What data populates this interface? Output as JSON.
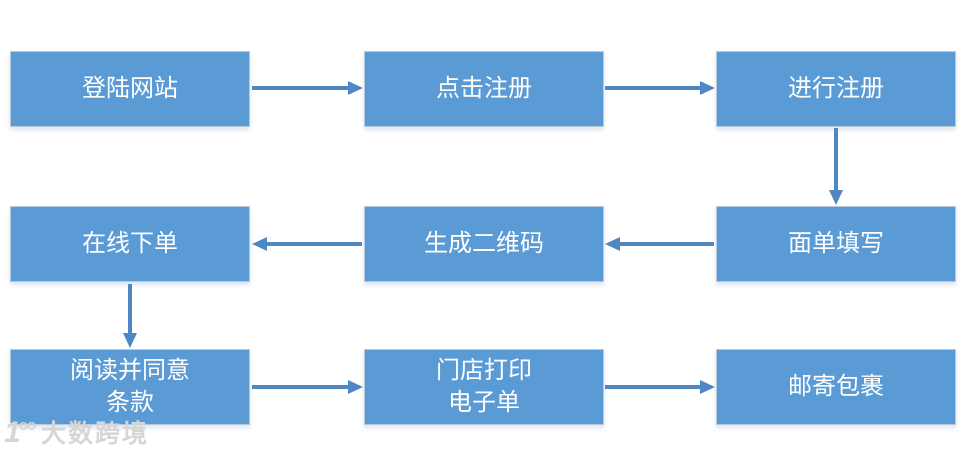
{
  "flowchart": {
    "type": "flowchart",
    "nodes": [
      {
        "id": "login-website",
        "label": "登陆网站",
        "row": 1,
        "col": 1
      },
      {
        "id": "click-register",
        "label": "点击注册",
        "row": 1,
        "col": 2
      },
      {
        "id": "do-register",
        "label": "进行注册",
        "row": 1,
        "col": 3
      },
      {
        "id": "online-order",
        "label": "在线下单",
        "row": 2,
        "col": 1
      },
      {
        "id": "generate-qrcode",
        "label": "生成二维码",
        "row": 2,
        "col": 2
      },
      {
        "id": "waybill-fill",
        "label": "面单填写",
        "row": 2,
        "col": 3
      },
      {
        "id": "agree-terms",
        "label": "阅读并同意\n条款",
        "row": 3,
        "col": 1
      },
      {
        "id": "store-print",
        "label": "门店打印\n电子单",
        "row": 3,
        "col": 2
      },
      {
        "id": "mail-package",
        "label": "邮寄包裹",
        "row": 3,
        "col": 3
      }
    ],
    "edges": [
      {
        "from": "login-website",
        "to": "click-register",
        "direction": "right"
      },
      {
        "from": "click-register",
        "to": "do-register",
        "direction": "right"
      },
      {
        "from": "do-register",
        "to": "waybill-fill",
        "direction": "down"
      },
      {
        "from": "waybill-fill",
        "to": "generate-qrcode",
        "direction": "left"
      },
      {
        "from": "generate-qrcode",
        "to": "online-order",
        "direction": "left"
      },
      {
        "from": "online-order",
        "to": "agree-terms",
        "direction": "down"
      },
      {
        "from": "agree-terms",
        "to": "store-print",
        "direction": "right"
      },
      {
        "from": "store-print",
        "to": "mail-package",
        "direction": "right"
      }
    ]
  },
  "colors": {
    "background": "#ffffff",
    "node_fill": "#5b9bd5",
    "node_border": "#b9c9dc",
    "node_text": "#ffffff",
    "arrow": "#4f87c5",
    "watermark": "#d6d6d6"
  },
  "watermark": {
    "logo_one": "1",
    "logo_oo": "oo",
    "text": "大数跨境"
  }
}
